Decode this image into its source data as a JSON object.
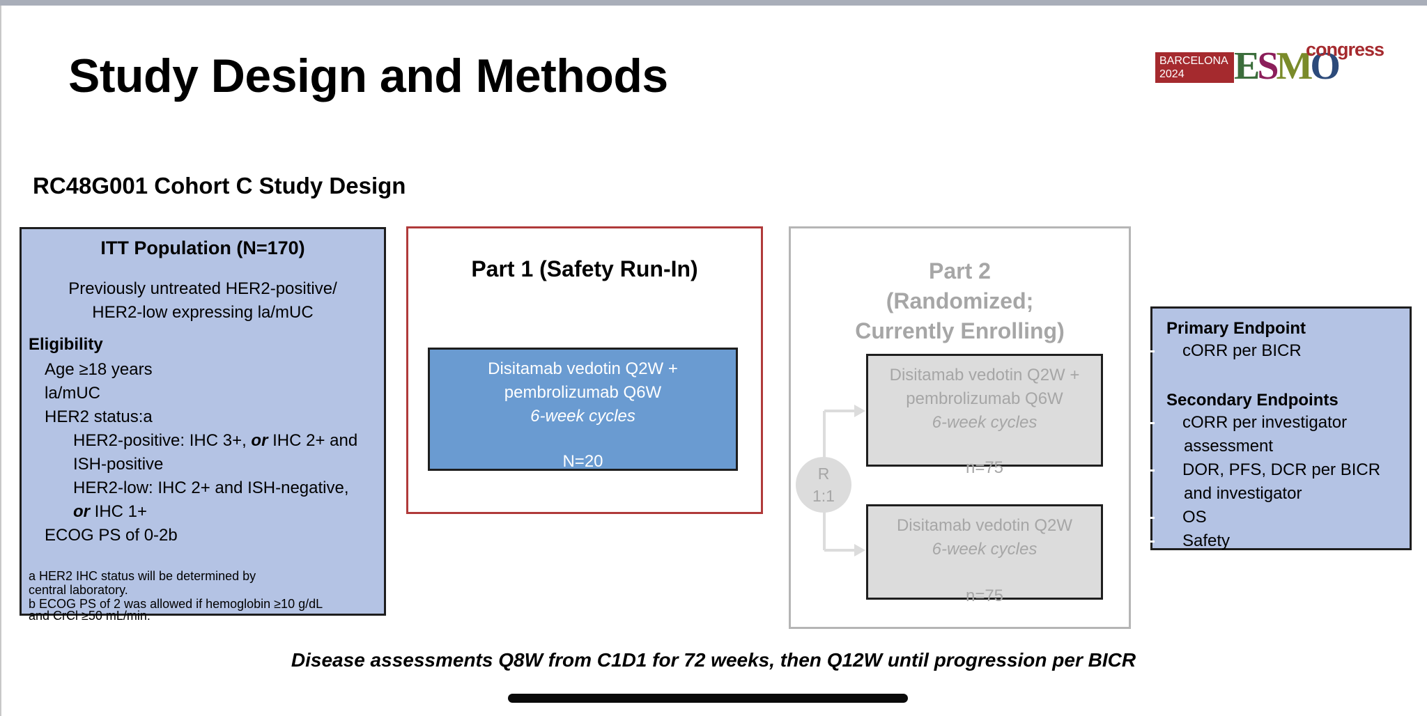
{
  "slide": {
    "title": "Study Design and Methods",
    "subtitle": "RC48G001 Cohort C Study Design"
  },
  "logo": {
    "city": "BARCELONA",
    "year": "2024",
    "brand_letters": [
      "E",
      "S",
      "M",
      "O"
    ],
    "suffix": "congress",
    "colors": {
      "red": "#a52a2e",
      "green": "#3c6e3c",
      "magenta": "#8b1e5a",
      "olive": "#7a8b2a",
      "navy": "#2c4a7a"
    }
  },
  "itt": {
    "heading": "ITT Population (N=170)",
    "population_line1": "Previously untreated HER2-positive/",
    "population_line2": "HER2-low expressing la/mUC",
    "eligibility_label": "Eligibility",
    "age": "Age ≥18 years",
    "disease": "la/mUC",
    "her2_status": "HER2 status:a",
    "her2_pos_line1_pre": "HER2-positive: IHC 3+, ",
    "her2_pos_or": "or",
    "her2_pos_line1_post": " IHC 2+ and",
    "her2_pos_line2": "ISH-positive",
    "her2_low_line1": "HER2-low: IHC 2+ and ISH-negative,",
    "her2_low_or": "or",
    "her2_low_line2_post": " IHC 1+",
    "ecog": "ECOG PS of 0-2b",
    "footnote_a1": "a HER2 IHC status will be determined by",
    "footnote_a2": "central laboratory.",
    "footnote_b1": "b ECOG PS of 2 was allowed if hemoglobin ≥10 g/dL",
    "footnote_b2": "and CrCl ≥50 mL/min."
  },
  "part1": {
    "heading": "Part 1 (Safety Run-In)",
    "arm_line1": "Disitamab vedotin Q2W +",
    "arm_line2": "pembrolizumab Q6W",
    "arm_cycles": "6-week cycles",
    "n": "N=20"
  },
  "part2": {
    "heading_line1": "Part 2",
    "heading_line2": "(Randomized;",
    "heading_line3": "Currently Enrolling)",
    "rand_line1": "R",
    "rand_line2": "1:1",
    "arm1_line1": "Disitamab vedotin Q2W +",
    "arm1_line2": "pembrolizumab Q6W",
    "arm1_cycles": "6-week cycles",
    "arm1_n": "n=75",
    "arm2_line1": "Disitamab vedotin Q2W",
    "arm2_cycles": "6-week cycles",
    "arm2_n": "n=75"
  },
  "endpoints": {
    "primary_label": "Primary Endpoint",
    "primary_items": [
      "cORR per BICR"
    ],
    "secondary_label": "Secondary Endpoints",
    "secondary_1a": "cORR per investigator",
    "secondary_1b": "assessment",
    "secondary_2a": "DOR, PFS, DCR per BICR",
    "secondary_2b": "and investigator",
    "secondary_3": "OS",
    "secondary_4": "Safety"
  },
  "footer": "Disease assessments Q8W from C1D1 for 72 weeks, then Q12W until progression per BICR"
}
